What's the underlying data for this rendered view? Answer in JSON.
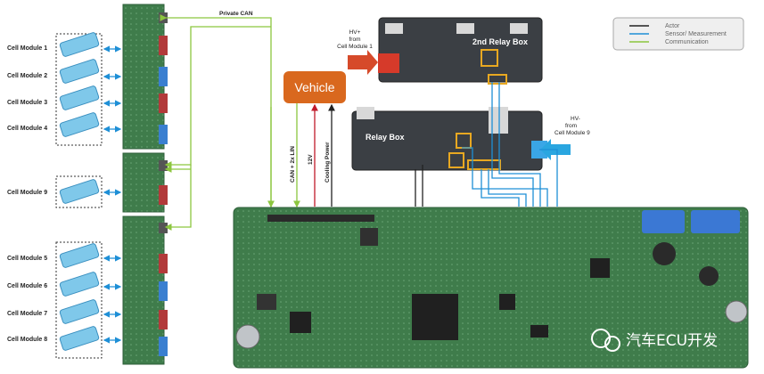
{
  "cell_modules_group_a": [
    "Cell Module 1",
    "Cell Module 2",
    "Cell Module 3",
    "Cell Module 4"
  ],
  "cell_module_single": "Cell Module 9",
  "cell_modules_group_b": [
    "Cell Module 5",
    "Cell Module 6",
    "Cell Module 7",
    "Cell Module 8"
  ],
  "private_can": "Private CAN",
  "vehicle": "Vehicle",
  "vehicle_lines": [
    "CAN + 2x LIN",
    "12V",
    "Cooling Power"
  ],
  "relay_box_2": "2nd Relay Box",
  "relay_box": "Relay Box",
  "hv_plus": [
    "HV+",
    "from",
    "Cell Module 1"
  ],
  "hv_minus": [
    "HV-",
    "from",
    "Cell Module 9"
  ],
  "legend": [
    {
      "label": "Actor",
      "color": "#222222"
    },
    {
      "label": "Sensor/ Measurement",
      "color": "#1e8fd6"
    },
    {
      "label": "Communication",
      "color": "#8cc63f"
    }
  ],
  "watermark": "汽车ECU开发",
  "colors": {
    "actor": "#222222",
    "sensor": "#1e8fd6",
    "communication": "#8cc63f",
    "vehicle_box": "#d9681e",
    "pcb": "#3d7a4a",
    "hv_plus_arrow": "#d64a2a",
    "hv_minus_arrow": "#2aa6e0"
  }
}
